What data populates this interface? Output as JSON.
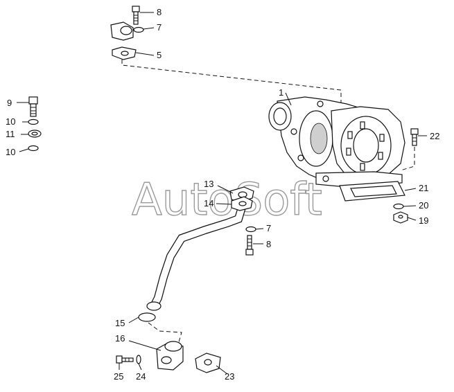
{
  "watermark": "AutoSoft",
  "callouts": [
    {
      "id": "c1",
      "text": "1"
    },
    {
      "id": "c5",
      "text": "5"
    },
    {
      "id": "c7a",
      "text": "7"
    },
    {
      "id": "c7b",
      "text": "7"
    },
    {
      "id": "c8a",
      "text": "8"
    },
    {
      "id": "c8b",
      "text": "8"
    },
    {
      "id": "c9",
      "text": "9"
    },
    {
      "id": "c10a",
      "text": "10"
    },
    {
      "id": "c10b",
      "text": "10"
    },
    {
      "id": "c11",
      "text": "11"
    },
    {
      "id": "c13",
      "text": "13"
    },
    {
      "id": "c14",
      "text": "14"
    },
    {
      "id": "c15",
      "text": "15"
    },
    {
      "id": "c16",
      "text": "16"
    },
    {
      "id": "c19",
      "text": "19"
    },
    {
      "id": "c20",
      "text": "20"
    },
    {
      "id": "c21",
      "text": "21"
    },
    {
      "id": "c22",
      "text": "22"
    },
    {
      "id": "c23",
      "text": "23"
    },
    {
      "id": "c24",
      "text": "24"
    },
    {
      "id": "c25",
      "text": "25"
    }
  ]
}
